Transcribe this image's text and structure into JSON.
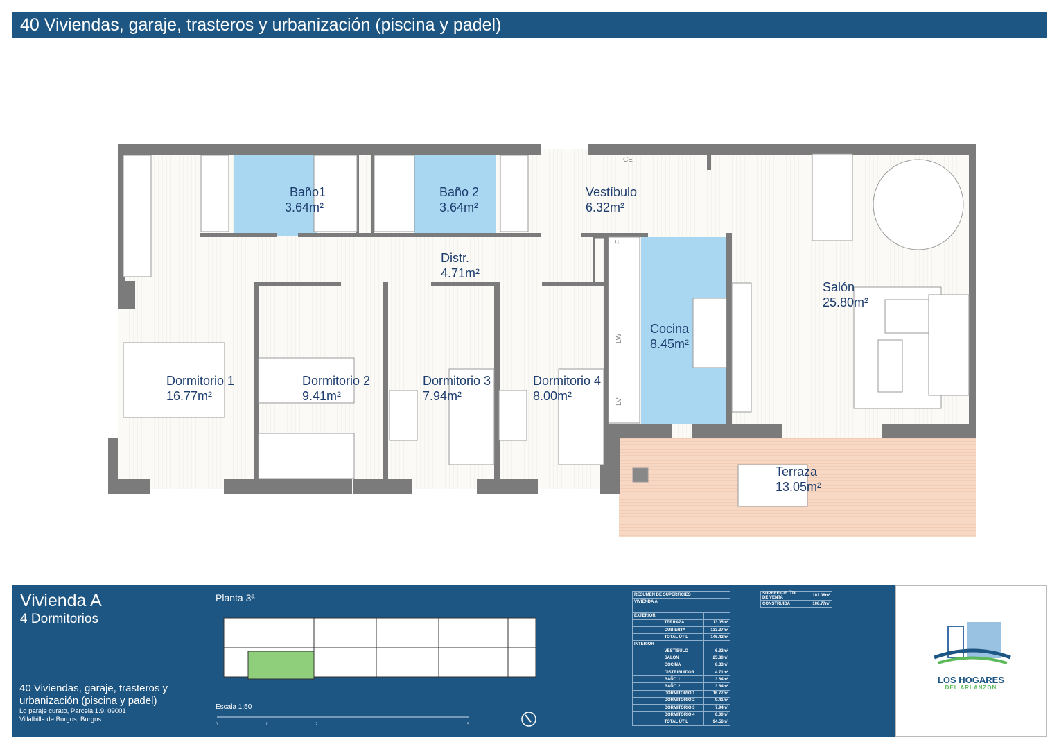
{
  "header": {
    "title": "40 Viviendas, garaje, trasteros y urbanización (piscina y padel)"
  },
  "rooms": {
    "bano1": {
      "name": "Baño1",
      "area": "3.64m²"
    },
    "bano2": {
      "name": "Baño 2",
      "area": "3.64m²"
    },
    "vestibulo": {
      "name": "Vestíbulo",
      "area": "6.32m²"
    },
    "distr": {
      "name": "Distr.",
      "area": "4.71m²"
    },
    "salon": {
      "name": "Salón",
      "area": "25.80m²"
    },
    "cocina": {
      "name": "Cocina",
      "area": "8.45m²"
    },
    "dorm1": {
      "name": "Dormitorio 1",
      "area": "16.77m²"
    },
    "dorm2": {
      "name": "Dormitorio 2",
      "area": "9.41m²"
    },
    "dorm3": {
      "name": "Dormitorio 3",
      "area": "7.94m²"
    },
    "dorm4": {
      "name": "Dormitorio 4",
      "area": "8.00m²"
    },
    "terraza": {
      "name": "Terraza",
      "area": "13.05m²"
    }
  },
  "plan_labels": {
    "ce": "CE",
    "f": "F",
    "lw": "LW",
    "lv": "LV"
  },
  "panel": {
    "title": "Vivienda A",
    "subtitle": "4 Dormitorios",
    "project": "40 Viviendas, garaje, trasteros y urbanización (piscina y padel)",
    "address1": "Lg paraje curato, Parcela 1.9, 09001",
    "address2": "Villalbilla de Burgos, Burgos.",
    "planta": "Planta 3ª",
    "escala": "Escala 1:50",
    "scale_ticks": [
      "0",
      "1",
      "2",
      "5"
    ]
  },
  "summary": {
    "title": "RESUMEN DE SUPERFICIES",
    "unit": "VIVIENDA A",
    "exterior_label": "EXTERIOR",
    "exterior": [
      {
        "k": "TERRAZA",
        "v": "13.05m²"
      },
      {
        "k": "CUBIERTA",
        "v": "133.37m²"
      },
      {
        "k": "TOTAL ÚTIL",
        "v": "146.42m²"
      }
    ],
    "interior_label": "INTERIOR",
    "interior": [
      {
        "k": "VESTÍBULO",
        "v": "6.32m²"
      },
      {
        "k": "SALÓN",
        "v": "25.80m²"
      },
      {
        "k": "COCINA",
        "v": "8.33m²"
      },
      {
        "k": "DISTRIBUIDOR",
        "v": "4.71m²"
      },
      {
        "k": "BAÑO 1",
        "v": "3.64m²"
      },
      {
        "k": "BAÑO 2",
        "v": "3.64m²"
      },
      {
        "k": "DORMITORIO 1",
        "v": "16.77m²"
      },
      {
        "k": "DORMITORIO 2",
        "v": "9.41m²"
      },
      {
        "k": "DORMITORIO 3",
        "v": "7.94m²"
      },
      {
        "k": "DORMITORIO 4",
        "v": "8.00m²"
      },
      {
        "k": "TOTAL ÚTIL",
        "v": "94.56m²"
      }
    ]
  },
  "superficie": {
    "venta_label1": "SUPERFICIE ÚTIL",
    "venta_label2": "DE VENTA",
    "venta": "101.08m²",
    "construida_label": "CONSTRUIDA",
    "construida": "108.77m²"
  },
  "logo": {
    "line1": "LOS HOGARES",
    "line2": "DEL ARLANZON"
  },
  "colors": {
    "brand": "#1d5583",
    "bath": "#a9d6f0",
    "terrace": "#f6d6c4",
    "wall": "#7b7b7b"
  }
}
